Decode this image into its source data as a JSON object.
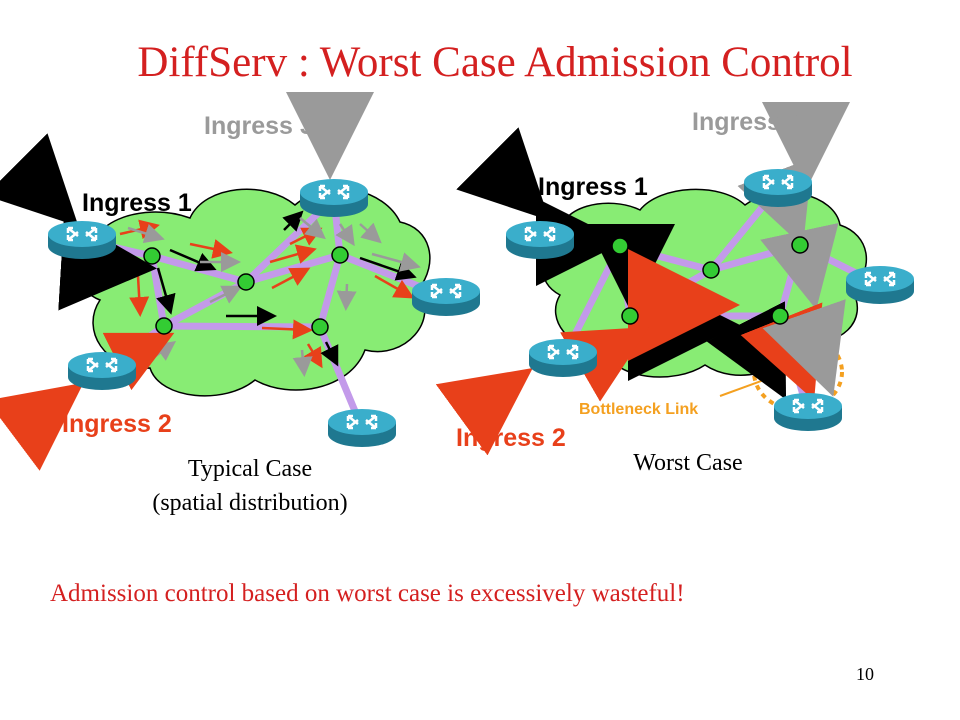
{
  "slide": {
    "title": "DiffServ : Worst Case Admission Control",
    "page_number": "10",
    "conclusion": "Admission control based on worst case is excessively wasteful!"
  },
  "left": {
    "ingress1": "Ingress 1",
    "ingress2": "Ingress 2",
    "ingress3": "Ingress 3",
    "caption_line1": "Typical Case",
    "caption_line2": "(spatial distribution)"
  },
  "right": {
    "ingress1": "Ingress 1",
    "ingress2": "Ingress 2",
    "ingress3": "Ingress 3",
    "caption": "Worst Case",
    "bottleneck_label": "Bottleneck Link"
  },
  "colors": {
    "title": "#d42020",
    "cloud": "#88ec74",
    "link": "#c39aea",
    "node": "#33cc33",
    "router": "#2a97b4",
    "ingress1": "#000000",
    "ingress2": "#e8401a",
    "ingress3": "#9a9a9a",
    "bottleneck": "#f4a020"
  }
}
